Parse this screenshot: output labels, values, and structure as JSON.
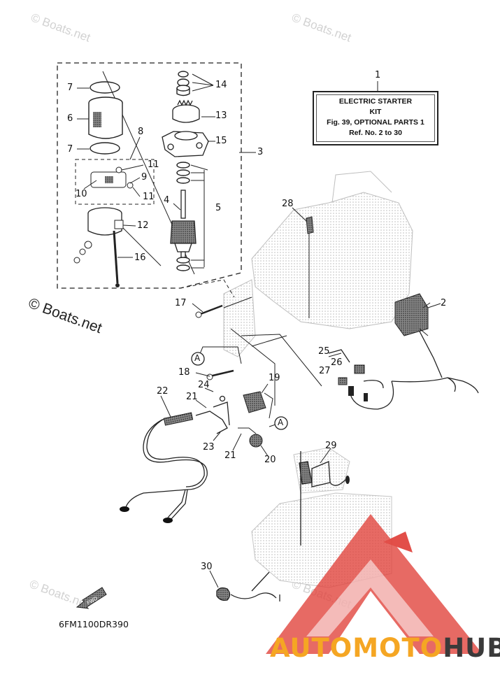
{
  "kit_box": {
    "line1": "ELECTRIC STARTER",
    "line2": "KIT",
    "line3": "Fig. 39, OPTIONAL PARTS 1",
    "line4": "Ref. No. 2 to 30"
  },
  "watermark": {
    "text": "© Boats.net"
  },
  "diagram_code": "6FM1100DR390",
  "brand": {
    "part1": "AUTOMOTO",
    "part2": "HUB"
  },
  "connector_ref": "A",
  "callouts": [
    "1",
    "2",
    "3",
    "4",
    "5",
    "6",
    "7",
    "7",
    "8",
    "9",
    "10",
    "11",
    "11",
    "12",
    "13",
    "14",
    "15",
    "16",
    "17",
    "18",
    "19",
    "20",
    "21",
    "21",
    "22",
    "23",
    "24",
    "25",
    "26",
    "27",
    "28",
    "29",
    "30"
  ],
  "colors": {
    "logo_red": "#e0413a",
    "logo_orange": "#f5a623",
    "logo_dark": "#3a3a3a",
    "line": "#222222"
  },
  "icons": [
    "fwd-arrow-icon",
    "automotohub-logo-icon"
  ]
}
